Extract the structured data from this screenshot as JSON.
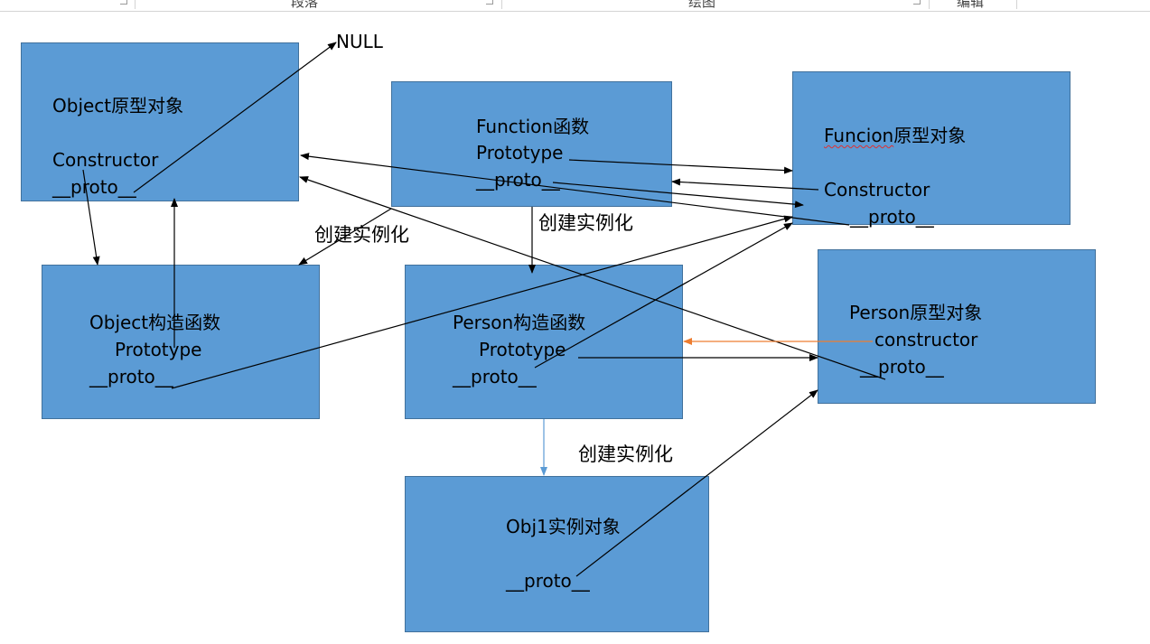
{
  "ribbon": {
    "groups": [
      "段落",
      "绘图",
      "编辑"
    ]
  },
  "diagram": {
    "null_label": "NULL",
    "object_proto": {
      "title": "Object原型对象",
      "constructor": "Constructor",
      "proto": "__proto__"
    },
    "function_fn": {
      "title": "Function函数",
      "prototype": "Prototype",
      "proto": "__proto__"
    },
    "function_proto": {
      "title_prefix": "Funcion",
      "title_suffix": "原型对象",
      "constructor": "Constructor",
      "proto": "__proto__"
    },
    "object_ctor": {
      "title": "Object构造函数",
      "prototype": "Prototype",
      "proto": "__proto__"
    },
    "person_ctor": {
      "title": "Person构造函数",
      "prototype": "Prototype",
      "proto": "__proto__"
    },
    "person_proto": {
      "title": "Person原型对象",
      "constructor": "constructor",
      "proto": "__proto__"
    },
    "obj1": {
      "title": "Obj1实例对象",
      "proto": "__proto__"
    },
    "annotations": {
      "create_a": "创建实例化",
      "create_b": "创建实例化",
      "create_c": "创建实例化"
    },
    "colors": {
      "box_fill": "#5b9bd5",
      "box_border": "#41719c",
      "arrow": "#000000",
      "arrow_blue": "#5b9bd5",
      "arrow_orange": "#ed7d31"
    }
  }
}
